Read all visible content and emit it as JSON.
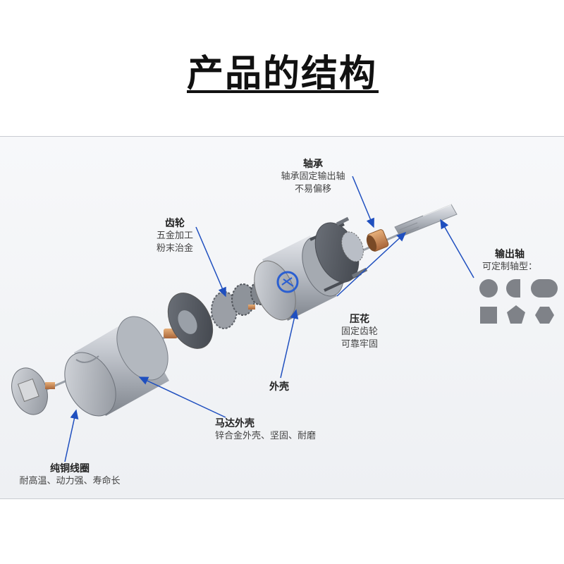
{
  "title": "产品的结构",
  "labels": {
    "bearing": {
      "title": "轴承",
      "desc": [
        "轴承固定输出轴",
        "不易偏移"
      ]
    },
    "gear": {
      "title": "齿轮",
      "desc": [
        "五金加工",
        "粉末治金"
      ]
    },
    "output_shaft": {
      "title": "输出轴",
      "desc": [
        "可定制轴型："
      ]
    },
    "knurl": {
      "title": "压花",
      "desc": [
        "固定齿轮",
        "可靠牢固"
      ]
    },
    "housing": {
      "title": "外壳",
      "desc": []
    },
    "motor_housing": {
      "title": "马达外壳",
      "desc": [
        "锌合金外壳、坚固、耐磨"
      ]
    },
    "copper_coil": {
      "title": "纯铜线圈",
      "desc": [
        "耐高温、动力强、寿命长"
      ]
    }
  },
  "shaft_shapes": [
    "round",
    "d-cut",
    "double-d",
    "square",
    "pentagon",
    "hexagon"
  ],
  "colors": {
    "arrow": "#1f4fbf",
    "metal": "#b9bec6",
    "copper": "#c8874a",
    "shape_fill": "#7f8288"
  }
}
